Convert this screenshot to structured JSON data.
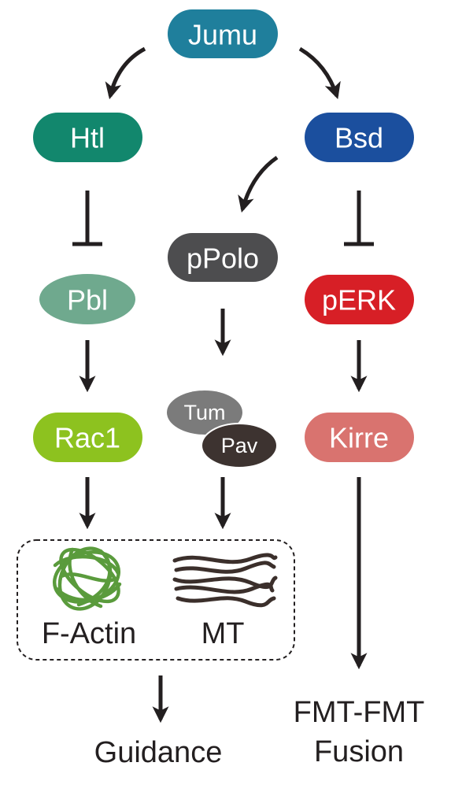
{
  "nodes": {
    "jumu": {
      "label": "Jumu",
      "color": "#1f7f9c"
    },
    "htl": {
      "label": "Htl",
      "color": "#12876d"
    },
    "bsd": {
      "label": "Bsd",
      "color": "#1b4f9e"
    },
    "ppolo": {
      "label": "pPolo",
      "color": "#4d4d4f"
    },
    "pbl": {
      "label": "Pbl",
      "color": "#6fa98e"
    },
    "perk": {
      "label": "pERK",
      "color": "#d71f26"
    },
    "rac1": {
      "label": "Rac1",
      "color": "#8dc21f"
    },
    "tum": {
      "label": "Tum",
      "color": "#7b7b7b"
    },
    "pav": {
      "label": "Pav",
      "color": "#3d3330"
    },
    "kirre": {
      "label": "Kirre",
      "color": "#d9736f"
    }
  },
  "cytoskeleton": {
    "factin_label": "F-Actin",
    "mt_label": "MT",
    "factin_color": "#5a9b3c",
    "mt_color": "#3b2f2b"
  },
  "outputs": {
    "guidance": "Guidance",
    "fusion_line1": "FMT-FMT",
    "fusion_line2": "Fusion"
  },
  "line_color": "#231f20"
}
